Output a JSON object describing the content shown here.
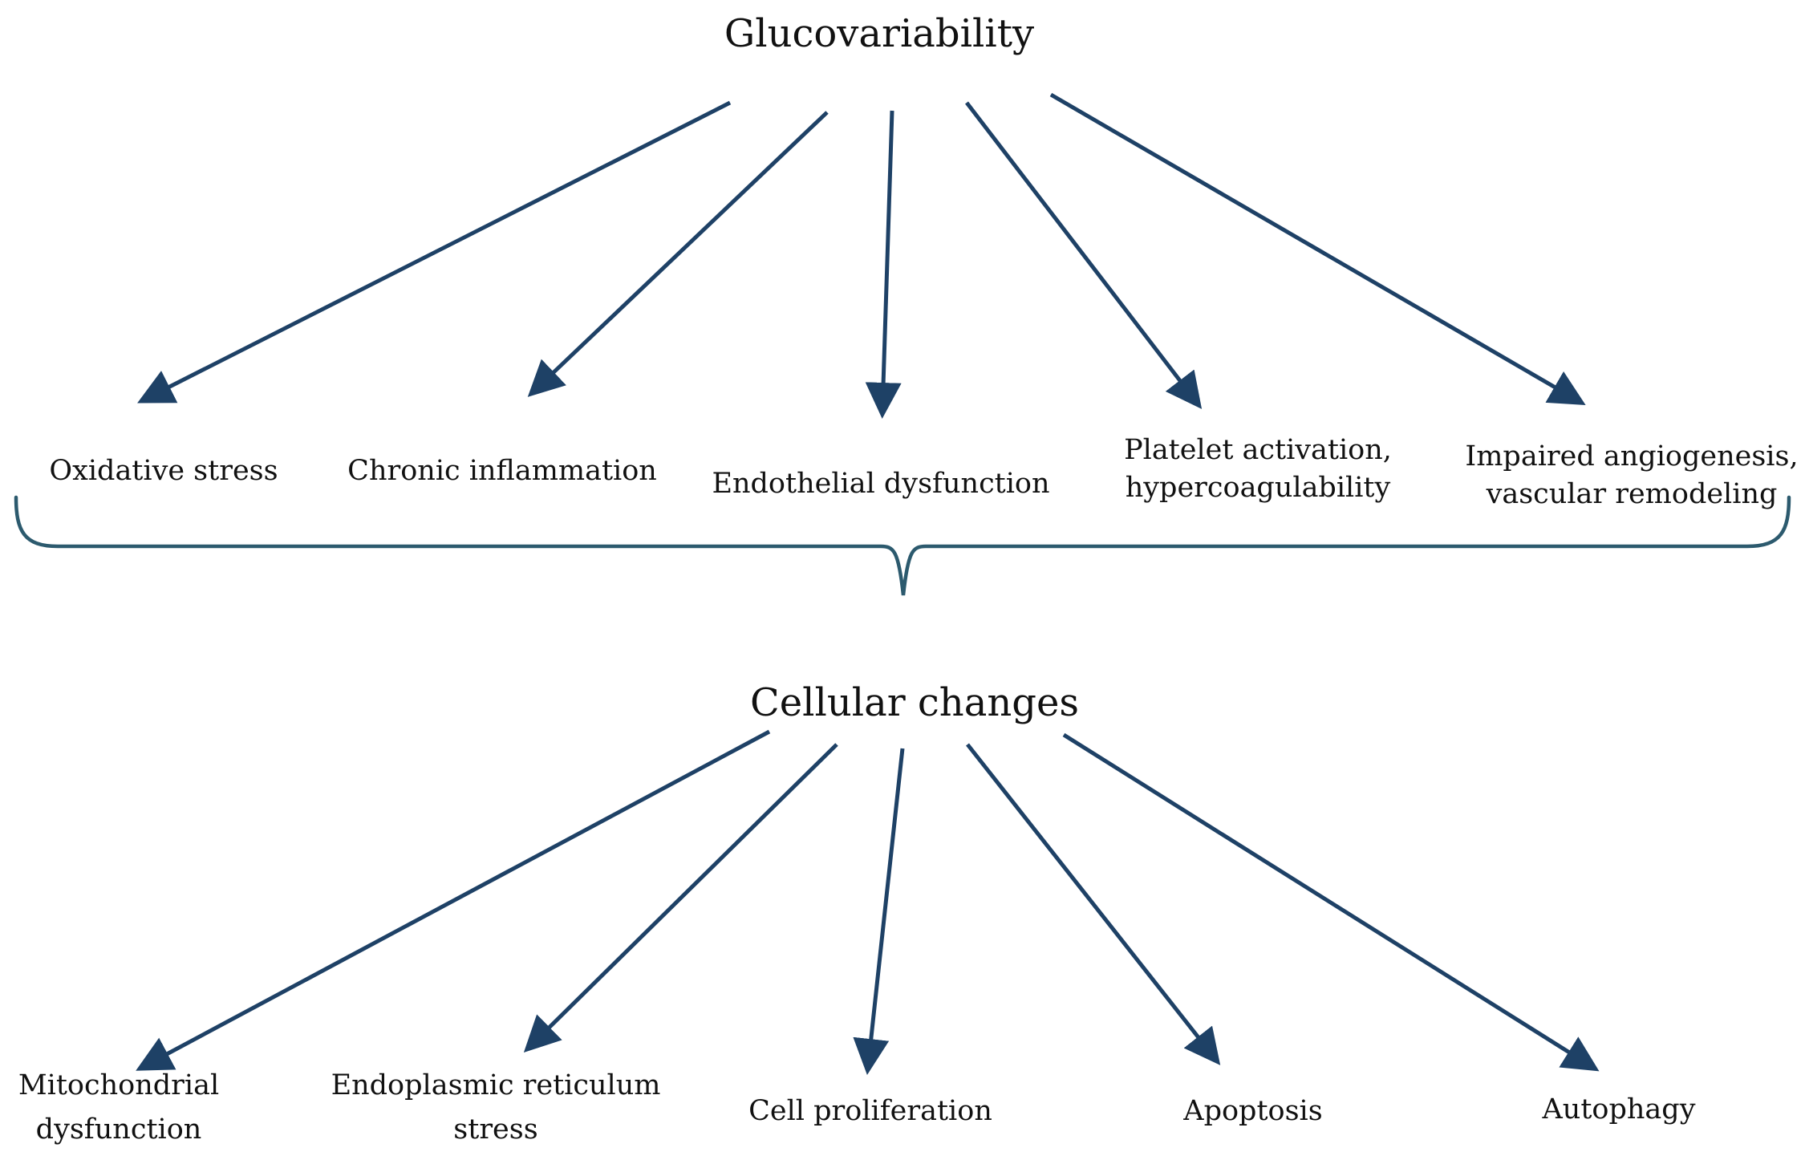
{
  "top": {
    "title": "Glucovariability",
    "effects": [
      {
        "lines": [
          "Oxidative stress"
        ]
      },
      {
        "lines": [
          "Chronic inflammation"
        ]
      },
      {
        "lines": [
          "Endothelial dysfunction"
        ]
      },
      {
        "lines": [
          "Platelet activation,",
          "hypercoagulability"
        ]
      },
      {
        "lines": [
          "Impaired angiogenesis,",
          "vascular remodeling"
        ]
      }
    ]
  },
  "bottom": {
    "title": "Cellular changes",
    "effects": [
      {
        "lines": [
          "Mitochondrial",
          "dysfunction"
        ]
      },
      {
        "lines": [
          "Endoplasmic reticulum",
          "stress"
        ]
      },
      {
        "lines": [
          "Cell proliferation"
        ]
      },
      {
        "lines": [
          "Apoptosis"
        ]
      },
      {
        "lines": [
          "Autophagy"
        ]
      }
    ]
  },
  "colors": {
    "arrow": "#1E4166",
    "brace": "#2C5A6E",
    "text": "#111111",
    "background": "#FFFFFF"
  }
}
